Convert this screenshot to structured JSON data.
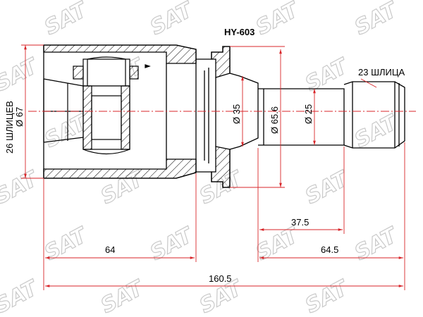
{
  "title": "HY-603",
  "watermark": "SAT",
  "colors": {
    "line": "#000000",
    "dim": "#d8262a",
    "hatch": "#000000",
    "watermark": "#c9c9c9"
  },
  "labels": {
    "spline_left": "26 ШЛИЦЕВ",
    "dia_left": "Ø 67",
    "dia_35": "Ø 35",
    "dia_656": "Ø 65.6",
    "dia_25": "Ø 25",
    "spline_right": "23 ШЛИЦА",
    "len_375": "37.5",
    "len_64": "64",
    "len_645": "64.5",
    "len_total": "160.5"
  }
}
